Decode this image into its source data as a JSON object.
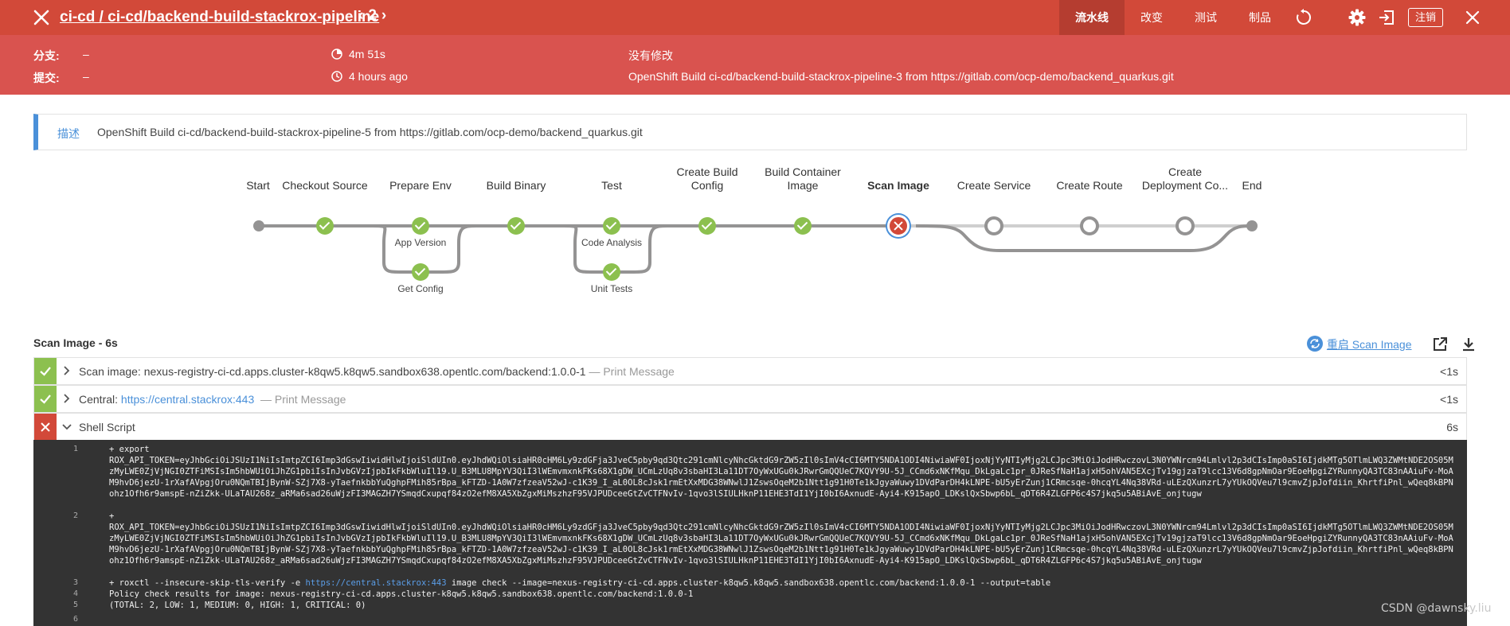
{
  "header": {
    "title": "ci-cd / ci-cd/backend-build-stackrox-pipeline",
    "run_number": "2",
    "tabs": [
      {
        "label": "流水线",
        "active": true
      },
      {
        "label": "改变",
        "active": false
      },
      {
        "label": "测试",
        "active": false
      },
      {
        "label": "制品",
        "active": false
      }
    ],
    "logout_label": "注销"
  },
  "summary": {
    "branch_label": "分支:",
    "branch_value": "–",
    "commit_label": "提交:",
    "commit_value": "–",
    "duration": "4m 51s",
    "started": "4 hours ago",
    "changes": "没有修改",
    "cause": "OpenShift Build ci-cd/backend-build-stackrox-pipeline-3 from https://gitlab.com/ocp-demo/backend_quarkus.git"
  },
  "description": {
    "label": "描述",
    "text": "OpenShift Build ci-cd/backend-build-stackrox-pipeline-5 from https://gitlab.com/ocp-demo/backend_quarkus.git"
  },
  "pipeline": {
    "stages": [
      {
        "name": "Start",
        "status": "start"
      },
      {
        "name": "Checkout Source",
        "status": "success"
      },
      {
        "name": "Prepare Env",
        "status": "success",
        "parallel": [
          {
            "name": "App Version",
            "status": "success"
          },
          {
            "name": "Get Config",
            "status": "success"
          }
        ]
      },
      {
        "name": "Build Binary",
        "status": "success"
      },
      {
        "name": "Test",
        "status": "success",
        "parallel": [
          {
            "name": "Code Analysis",
            "status": "success"
          },
          {
            "name": "Unit Tests",
            "status": "success"
          }
        ]
      },
      {
        "name": "Create Build Config",
        "status": "success"
      },
      {
        "name": "Build Container Image",
        "status": "success"
      },
      {
        "name": "Scan Image",
        "status": "failed",
        "selected": true
      },
      {
        "name": "Create Service",
        "status": "not_run"
      },
      {
        "name": "Create Route",
        "status": "not_run"
      },
      {
        "name": "Create Deployment Co...",
        "status": "not_run"
      },
      {
        "name": "End",
        "status": "end"
      }
    ]
  },
  "log": {
    "title": "Scan Image - 6s",
    "restart_label": "重启 Scan Image",
    "steps": [
      {
        "status": "success",
        "text": "Scan image: nexus-registry-ci-cd.apps.cluster-k8qw5.k8qw5.sandbox638.opentlc.com/backend:1.0.0-1",
        "suffix": "— Print Message",
        "duration": "<1s"
      },
      {
        "status": "success",
        "text": "Central: ",
        "link": "https://central.stackrox:443",
        "suffix": "— Print Message",
        "duration": "<1s"
      },
      {
        "status": "failed",
        "text": "Shell Script",
        "duration": "6s",
        "expanded": true
      }
    ],
    "console": [
      {
        "num": "1",
        "text": "+ export\nROX_API_TOKEN=eyJhbGciOiJSUzI1NiIsImtpZCI6Imp3dGswIiwidHlwIjoiSldUIn0.eyJhdWQiOlsiaHR0cHM6Ly9zdGFja3JveC5pby9qd3Qtc291cmNlcyNhcGktdG9rZW5zIl0sImV4cCI6MTY5NDA1ODI4NiwiaWF0IjoxNjYyNTIyMjg2LCJpc3MiOiJodHRwczovL3N0YWNrcm94Lmlvl2p3dCIsImp0aSI6IjdkMTg5OTlmLWQ3ZWMtNDE2OS05MzMyLWE0ZjVjNGI0ZTFiMSIsIm5hbWUiOiJhZG1pbiIsInJvbGVzIjpbIkFkbWluIl19.U_B3MLU8MpYV3QiI3lWEmvmxnkFKs68X1gDW_UCmLzUq8v3sbaHI3La11DT7OyWxUGu0kJRwrGmQQUeC7KQVY9U-5J_CCmd6xNKfMqu_DkLgaLc1pr_0JReSfNaH1ajxH5ohVAN5EXcjTv19gjzaT9lcc13V6d8gpNmOar9EoeHpgiZYRunnyQA3TC83nAAiuFv-MoAM9hvD6jezU-1rXafAVpgjOru0NQmTBIjBynW-SZj7X8-yTaefnkbbYuQghpFMih85rBpa_kFTZD-1A0W7zfzeaV52wJ-c1K39_I_aL0OL8cJsk1rmEtXxMDG38WNwlJ1ZswsOqeM2b1Ntt1g91H0Te1kJgyaWuwy1DVdParDH4kLNPE-bU5yErZunj1CRmcsqe-0hcqYL4Nq38VRd-uLEzQXunzrL7yYUkOQVeu7l9cmvZjpJofdiin_KhrtfiPnl_wQeq8kBPNohz1Ofh6r9amspE-nZiZkk-ULaTAU268z_aRMa6sad26uWjzFI3MAGZH7YSmqdCxupqf84zO2efM8XA5XbZgxMiMszhzF95VJPUDceeGtZvCTFNvIv-1qvo3lSIULHknP11EHE3TdI1YjI0bI6AxnudE-Ayi4-K915apO_LDKslQxSbwp6bL_qDT6R4ZLGFP6c4S7jkq5u5ABiAvE_onjtugw"
      },
      {
        "num": "2",
        "text": "+\nROX_API_TOKEN=eyJhbGciOiJSUzI1NiIsImtpZCI6Imp3dGswIiwidHlwIjoiSldUIn0.eyJhdWQiOlsiaHR0cHM6Ly9zdGFja3JveC5pby9qd3Qtc291cmNlcyNhcGktdG9rZW5zIl0sImV4cCI6MTY5NDA1ODI4NiwiaWF0IjoxNjYyNTIyMjg2LCJpc3MiOiJodHRwczovL3N0YWNrcm94Lmlvl2p3dCIsImp0aSI6IjdkMTg5OTlmLWQ3ZWMtNDE2OS05MzMyLWE0ZjVjNGI0ZTFiMSIsIm5hbWUiOiJhZG1pbiIsInJvbGVzIjpbIkFkbWluIl19.U_B3MLU8MpYV3QiI3lWEmvmxnkFKs68X1gDW_UCmLzUq8v3sbaHI3La11DT7OyWxUGu0kJRwrGmQQUeC7KQVY9U-5J_CCmd6xNKfMqu_DkLgaLc1pr_0JReSfNaH1ajxH5ohVAN5EXcjTv19gjzaT9lcc13V6d8gpNmOar9EoeHpgiZYRunnyQA3TC83nAAiuFv-MoAM9hvD6jezU-1rXafAVpgjOru0NQmTBIjBynW-SZj7X8-yTaefnkbbYuQghpFMih85rBpa_kFTZD-1A0W7zfzeaV52wJ-c1K39_I_aL0OL8cJsk1rmEtXxMDG38WNwlJ1ZswsOqeM2b1Ntt1g91H0Te1kJgyaWuwy1DVdParDH4kLNPE-bU5yErZunj1CRmcsqe-0hcqYL4Nq38VRd-uLEzQXunzrL7yYUkOQVeu7l9cmvZjpJofdiin_KhrtfiPnl_wQeq8kBPNohz1Ofh6r9amspE-nZiZkk-ULaTAU268z_aRMa6sad26uWjzFI3MAGZH7YSmqdCxupqf84zO2efM8XA5XbZgxMiMszhzF95VJPUDceeGtZvCTFNvIv-1qvo3lSIULHknP11EHE3TdI1YjI0bI6AxnudE-Ayi4-K915apO_LDKslQxSbwp6bL_qDT6R4ZLGFP6c4S7jkq5u5ABiAvE_onjtugw"
      },
      {
        "num": "3",
        "pre": "+ roxctl --insecure-skip-tls-verify -e ",
        "link": "https://central.stackrox:443",
        "post": " image check --image=nexus-registry-ci-cd.apps.cluster-k8qw5.k8qw5.sandbox638.opentlc.com/backend:1.0.0-1 --output=table"
      },
      {
        "num": "4",
        "text": "Policy check results for image: nexus-registry-ci-cd.apps.cluster-k8qw5.k8qw5.sandbox638.opentlc.com/backend:1.0.0-1"
      },
      {
        "num": "5",
        "text": "(TOTAL: 2, LOW: 1, MEDIUM: 0, HIGH: 1, CRITICAL: 0)"
      },
      {
        "num": "6",
        "text": ""
      }
    ]
  },
  "watermark": "CSDN @dawnsky.liu",
  "colors": {
    "header_red": "#d24939",
    "summary_red": "#d9534f",
    "success_green": "#8cc04f",
    "link_blue": "#4a90d9",
    "console_bg": "#333333"
  },
  "icons": [
    "close-icon",
    "chevron-left-icon",
    "chevron-right-icon",
    "replay-icon",
    "gear-icon",
    "exit-icon",
    "timer-icon",
    "clock-icon",
    "restart-icon",
    "open-external-icon",
    "download-icon",
    "chevron-right-icon",
    "chevron-down-icon"
  ]
}
